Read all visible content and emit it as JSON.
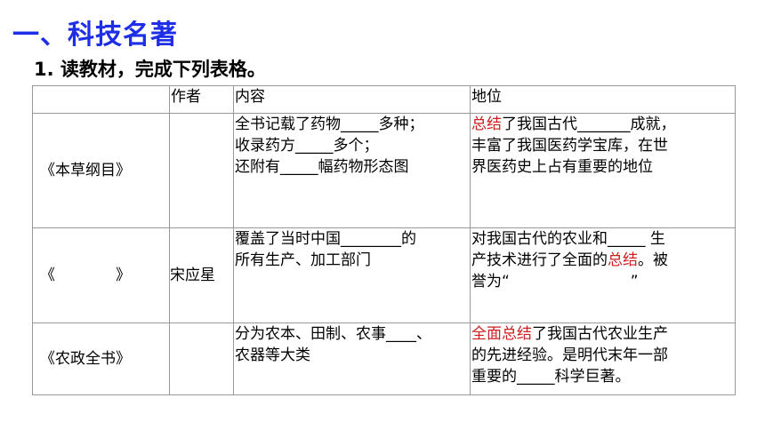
{
  "heading": "一、科技名著",
  "subheading": "1. 读教材，完成下列表格。",
  "table": {
    "headers": [
      "",
      "作者",
      "内容",
      "地位"
    ],
    "rows": [
      {
        "name": "《本草纲目》",
        "author": "",
        "content": [
          "全书记载了药物_____多种；",
          "收录药方_____多个；",
          "还附有_____幅药物形态图"
        ],
        "status_red": "总结",
        "status": [
          "了我国古代_______成就，",
          "丰富了我国医药学宝库，在世",
          "界医药史上占有重要的地位"
        ]
      },
      {
        "name": "《　　　　》",
        "author": "宋应星",
        "content": [
          "覆盖了当时中国________的",
          "所有生产、加工部门"
        ],
        "status_a": "对我国古代的农业和_____ 生",
        "status_b_pre": "产技术进行了全面的",
        "status_b_red": "总结",
        "status_b_post": "。被",
        "status_c": "誉为“　　　　　　　　”"
      },
      {
        "name": "《农政全书》",
        "author": "",
        "content": [
          "分为农本、田制、农事____、",
          "农器等大类"
        ],
        "status_red": "全面总结",
        "status": [
          "了我国古代农业生产",
          "的先进经验。是明代末年一部",
          "重要的_____科学巨著。"
        ]
      }
    ]
  },
  "colors": {
    "heading": "#1d2ee6",
    "highlight": "#cc1f1f",
    "border": "#999999"
  }
}
